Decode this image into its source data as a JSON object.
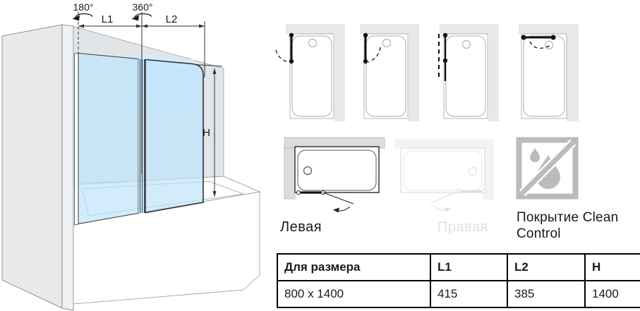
{
  "main_diagram": {
    "angle_180": "180°",
    "angle_360": "360°",
    "label_l1": "L1",
    "label_l2": "L2",
    "label_h": "H"
  },
  "config_icons": [
    {
      "name": "door-swing-outward"
    },
    {
      "name": "door-swing-inward"
    },
    {
      "name": "door-folded-flat-against-wall"
    },
    {
      "name": "door-rotated-to-back-wall"
    }
  ],
  "orientation": {
    "left": {
      "label": "Левая",
      "active": true
    },
    "right": {
      "label": "Правая",
      "active": false
    }
  },
  "coating": {
    "name": "clean-control-no-drip-icon",
    "line1": "Покрытие Clean",
    "line2": "Control"
  },
  "table": {
    "headers": [
      "Для размера",
      "L1",
      "L2",
      "H"
    ],
    "rows": [
      [
        "800 x 1400",
        "415",
        "385",
        "1400"
      ]
    ]
  },
  "colors": {
    "glass": "#c9e4f5",
    "wall": "#e4e7ea",
    "outline": "#2e3134",
    "muted": "#e0e0e0",
    "ink": "#1a1a1a"
  }
}
